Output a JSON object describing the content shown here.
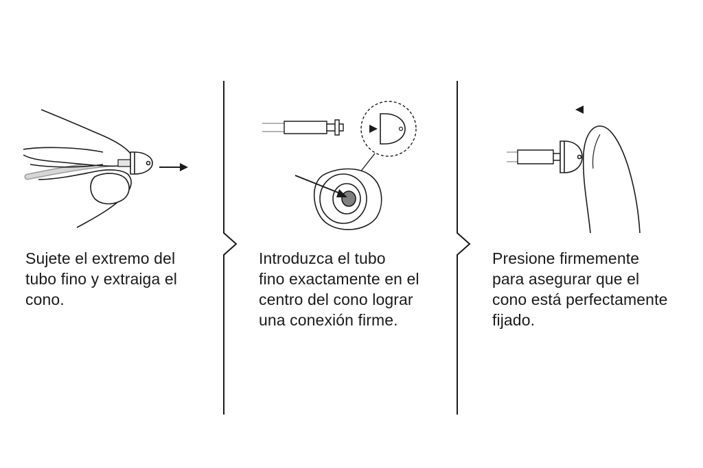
{
  "steps": [
    {
      "id": "step-1",
      "lines": [
        "Sujete el extremo del",
        "tubo fino y extraiga el",
        "cono."
      ]
    },
    {
      "id": "step-2",
      "lines": [
        "Introduzca el tubo",
        "fino exactamente en el",
        "centro del cono lograr",
        "una conexión firme."
      ]
    },
    {
      "id": "step-3",
      "lines": [
        "Presione firmemente",
        "para asegurar que el",
        "cono está perfectamente",
        "fijado."
      ]
    }
  ],
  "colors": {
    "ink": "#1a1a1a",
    "tube_gray": "#c8c8c8",
    "background": "#ffffff"
  }
}
